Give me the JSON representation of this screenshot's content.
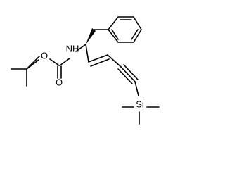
{
  "molecule": {
    "atoms": {
      "carbonyl_o": "O",
      "ester_o": "O",
      "amine_n": "NH",
      "silicon": "Si"
    }
  }
}
